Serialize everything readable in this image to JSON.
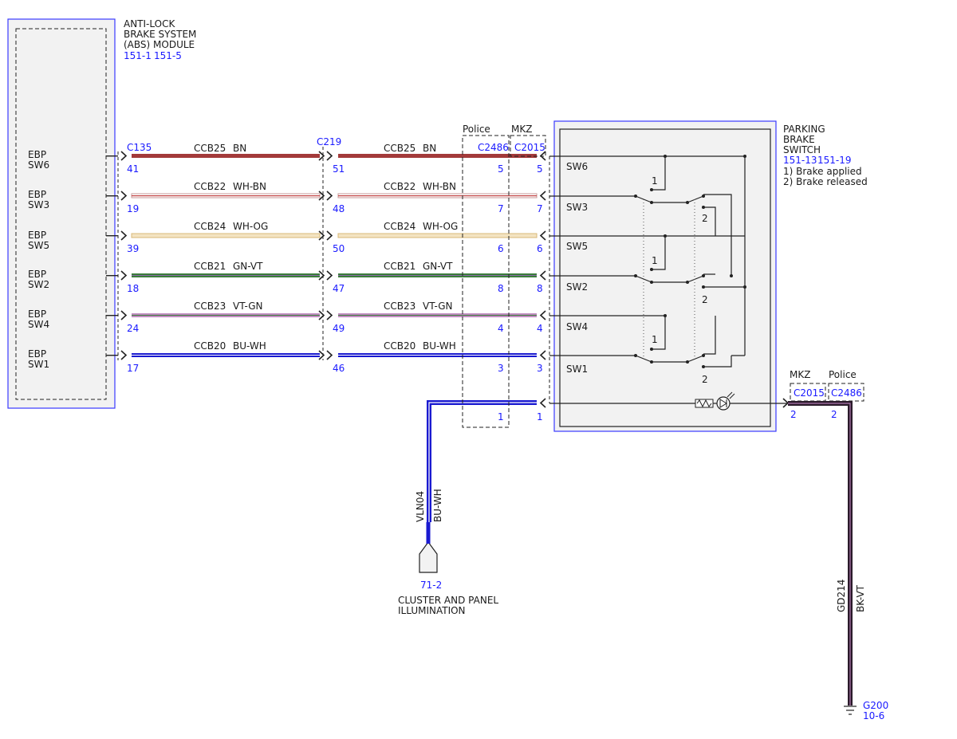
{
  "colors": {
    "border_blue": "#3a3aff",
    "ref_blue": "#1a1aff",
    "wire_BN": "#a33a3a",
    "wire_WH_BN": "#c89898",
    "wire_WH_OG": "#e0c89a",
    "wire_GN_VT": "#3b7d3b",
    "wire_VT_GN": "#b07ab0",
    "wire_BU_WH": "#1a1ad0",
    "wire_BK_VT": "#2a1a2a",
    "box_fill": "#f2f2f2"
  },
  "abs_module": {
    "title_lines": [
      "ANTI-LOCK",
      "BRAKE SYSTEM",
      "(ABS) MODULE"
    ],
    "refs": [
      "151-1",
      "151-5"
    ],
    "connector": "C135",
    "pins": [
      {
        "line1": "EBP",
        "line2": "SW6",
        "pin": "41"
      },
      {
        "line1": "EBP",
        "line2": "SW3",
        "pin": "19"
      },
      {
        "line1": "EBP",
        "line2": "SW5",
        "pin": "39"
      },
      {
        "line1": "EBP",
        "line2": "SW2",
        "pin": "18"
      },
      {
        "line1": "EBP",
        "line2": "SW4",
        "pin": "24"
      },
      {
        "line1": "EBP",
        "line2": "SW1",
        "pin": "17"
      }
    ]
  },
  "inline_connector": {
    "name": "C219",
    "pins": [
      "51",
      "48",
      "50",
      "47",
      "49",
      "46"
    ]
  },
  "circuits": [
    {
      "circuit": "CCB25",
      "color": "BN"
    },
    {
      "circuit": "CCB22",
      "color": "WH-BN"
    },
    {
      "circuit": "CCB24",
      "color": "WH-OG"
    },
    {
      "circuit": "CCB21",
      "color": "GN-VT"
    },
    {
      "circuit": "CCB23",
      "color": "VT-GN"
    },
    {
      "circuit": "CCB20",
      "color": "BU-WH"
    }
  ],
  "police_connector": {
    "label": "Police",
    "name": "C2486",
    "pins": [
      "5",
      "7",
      "6",
      "8",
      "4",
      "3",
      "1"
    ]
  },
  "mkz_connector": {
    "label": "MKZ",
    "name": "C2015",
    "pins": [
      "5",
      "7",
      "6",
      "8",
      "4",
      "3",
      "1"
    ]
  },
  "parking_brake_switch": {
    "title_lines": [
      "PARKING",
      "BRAKE",
      "SWITCH"
    ],
    "refs": [
      "151-13",
      "151-19"
    ],
    "notes": [
      "1) Brake applied",
      "2) Brake released"
    ],
    "switches": [
      "SW6",
      "SW3",
      "SW5",
      "SW2",
      "SW4",
      "SW1"
    ],
    "state_labels": [
      "1",
      "2",
      "1",
      "2",
      "1",
      "2"
    ]
  },
  "illumination_wire": {
    "circuit": "VLN04",
    "color": "BU-WH",
    "ref": "71-2",
    "label_lines": [
      "CLUSTER AND PANEL",
      "ILLUMINATION"
    ]
  },
  "ground_side": {
    "mkz_label": "MKZ",
    "mkz_connector": "C2015",
    "mkz_pin": "2",
    "police_label": "Police",
    "police_connector": "C2486",
    "police_pin": "2",
    "circuit": "GD214",
    "color": "BK-VT",
    "ground": "G200",
    "ground_ref": "10-6"
  }
}
